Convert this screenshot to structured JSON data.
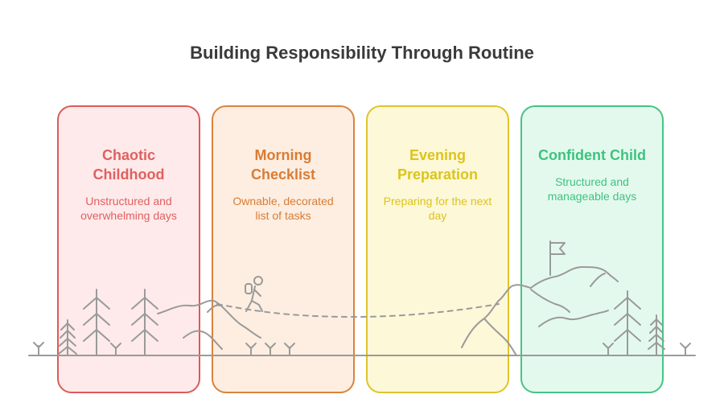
{
  "title": "Building Responsibility Through Routine",
  "stages": [
    {
      "title": "Chaotic\nChildhood",
      "description": "Unstructured and\noverwhelming days",
      "color": "#e06060",
      "fill": "#feeaea",
      "border": "#dd5a5a"
    },
    {
      "title": "Morning\nChecklist",
      "description": "Ownable, decorated\nlist of tasks",
      "color": "#d97c34",
      "fill": "#fdeee1",
      "border": "#d9843e"
    },
    {
      "title": "Evening\nPreparation",
      "description": "Preparing for the next\nday",
      "color": "#dcc41c",
      "fill": "#fdf8d8",
      "border": "#ddc52a"
    },
    {
      "title": "Confident Child",
      "description": "Structured and\nmanageable days",
      "color": "#3dc37e",
      "fill": "#e4f9ee",
      "border": "#44c484"
    }
  ],
  "scene_color": "#9a9a9a"
}
